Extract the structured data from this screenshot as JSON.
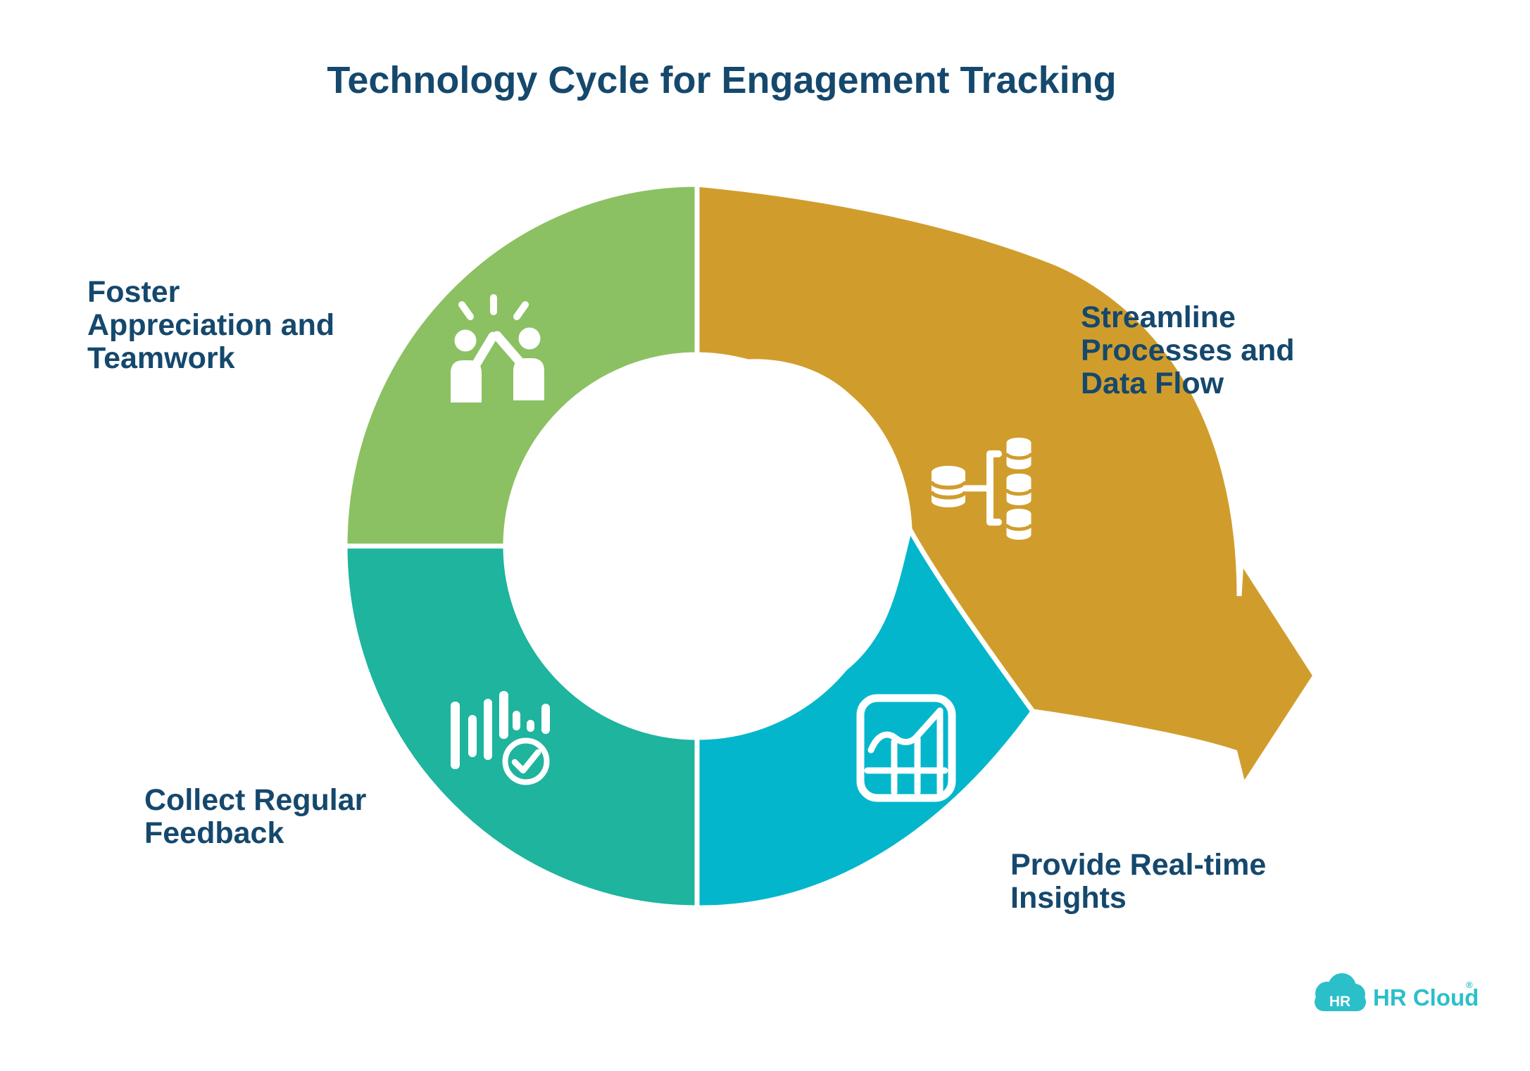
{
  "title": "Technology Cycle for Engagement Tracking",
  "text_color": "#15486D",
  "segments": {
    "foster": {
      "lines": [
        "Foster",
        "Appreciation and",
        "Teamwork"
      ],
      "color": "#8BC162",
      "icon": "high-five-icon"
    },
    "streamline": {
      "lines": [
        "Streamline",
        "Processes and",
        "Data Flow"
      ],
      "color": "#D09D2C",
      "icon": "data-flow-icon"
    },
    "collect": {
      "lines": [
        "Collect Regular",
        "Feedback"
      ],
      "color": "#1EB49E",
      "icon": "feedback-wave-check-icon"
    },
    "insights": {
      "lines": [
        "Provide Real-time",
        "Insights"
      ],
      "color": "#04B6CB",
      "icon": "chart-grid-icon"
    }
  },
  "logo": {
    "cloud_text": "HR",
    "brand": "HR Cloud",
    "registered": "®",
    "color": "#2BBFCA"
  }
}
